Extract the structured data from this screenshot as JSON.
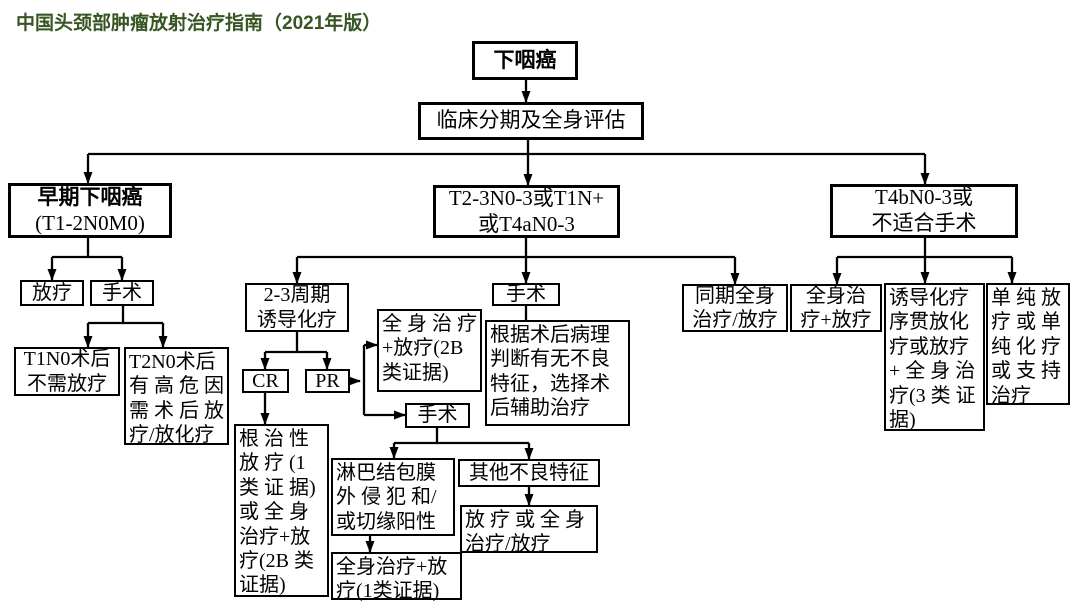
{
  "header": {
    "title": "中国头颈部肿瘤放射治疗指南（2021年版）"
  },
  "colors": {
    "title_green": "#375623",
    "box_border": "#000000",
    "background": "#ffffff",
    "text": "#000000"
  },
  "nodes": {
    "root": "下咽癌",
    "staging": "临床分期及全身评估",
    "early_line1": "早期下咽癌",
    "early_line2": "(T1-2N0M0)",
    "rt": "放疗",
    "surgery_early": "手术",
    "t1n0": "T1N0术后\n不需放疗",
    "t2n0": "T2N0术后\n有 高 危 因\n需 术 后 放\n疗/放化疗",
    "mid": "T2-3N0-3或T1N+\n或T4aN0-3",
    "induction": "2-3周期\n诱导化疗",
    "cr": "CR",
    "pr": "PR",
    "sys_2b": "全 身 治 疗\n+放疗(2B\n类证据)",
    "surgery_pr": "手术",
    "radical": "根 治 性\n放 疗 (1\n类 证 据)\n或 全 身\n治疗+放\n疗(2B 类\n证据)",
    "lymph": "淋巴结包膜\n外 侵 犯 和/\n或切缘阳性",
    "sys_1": "全身治疗+放\n疗(1类证据)",
    "other_adverse": "其他不良特征",
    "rt_or_sys": "放 疗 或 全 身\n治疗/放疗",
    "surgery_mid": "手术",
    "postop": "根据术后病理\n判断有无不良\n特征，选择术\n后辅助治疗",
    "t4b": "T4bN0-3或\n不适合手术",
    "concurrent": "同期全身\n治疗/放疗",
    "sys_rt": "全身治\n疗+放疗",
    "induction_seq": "诱导化疗\n序贯放化\n疗或放疗\n+ 全 身 治\n疗(3 类 证\n据)",
    "alone": "单 纯 放\n疗 或 单\n纯 化 疗\n或 支 持\n治疗"
  }
}
